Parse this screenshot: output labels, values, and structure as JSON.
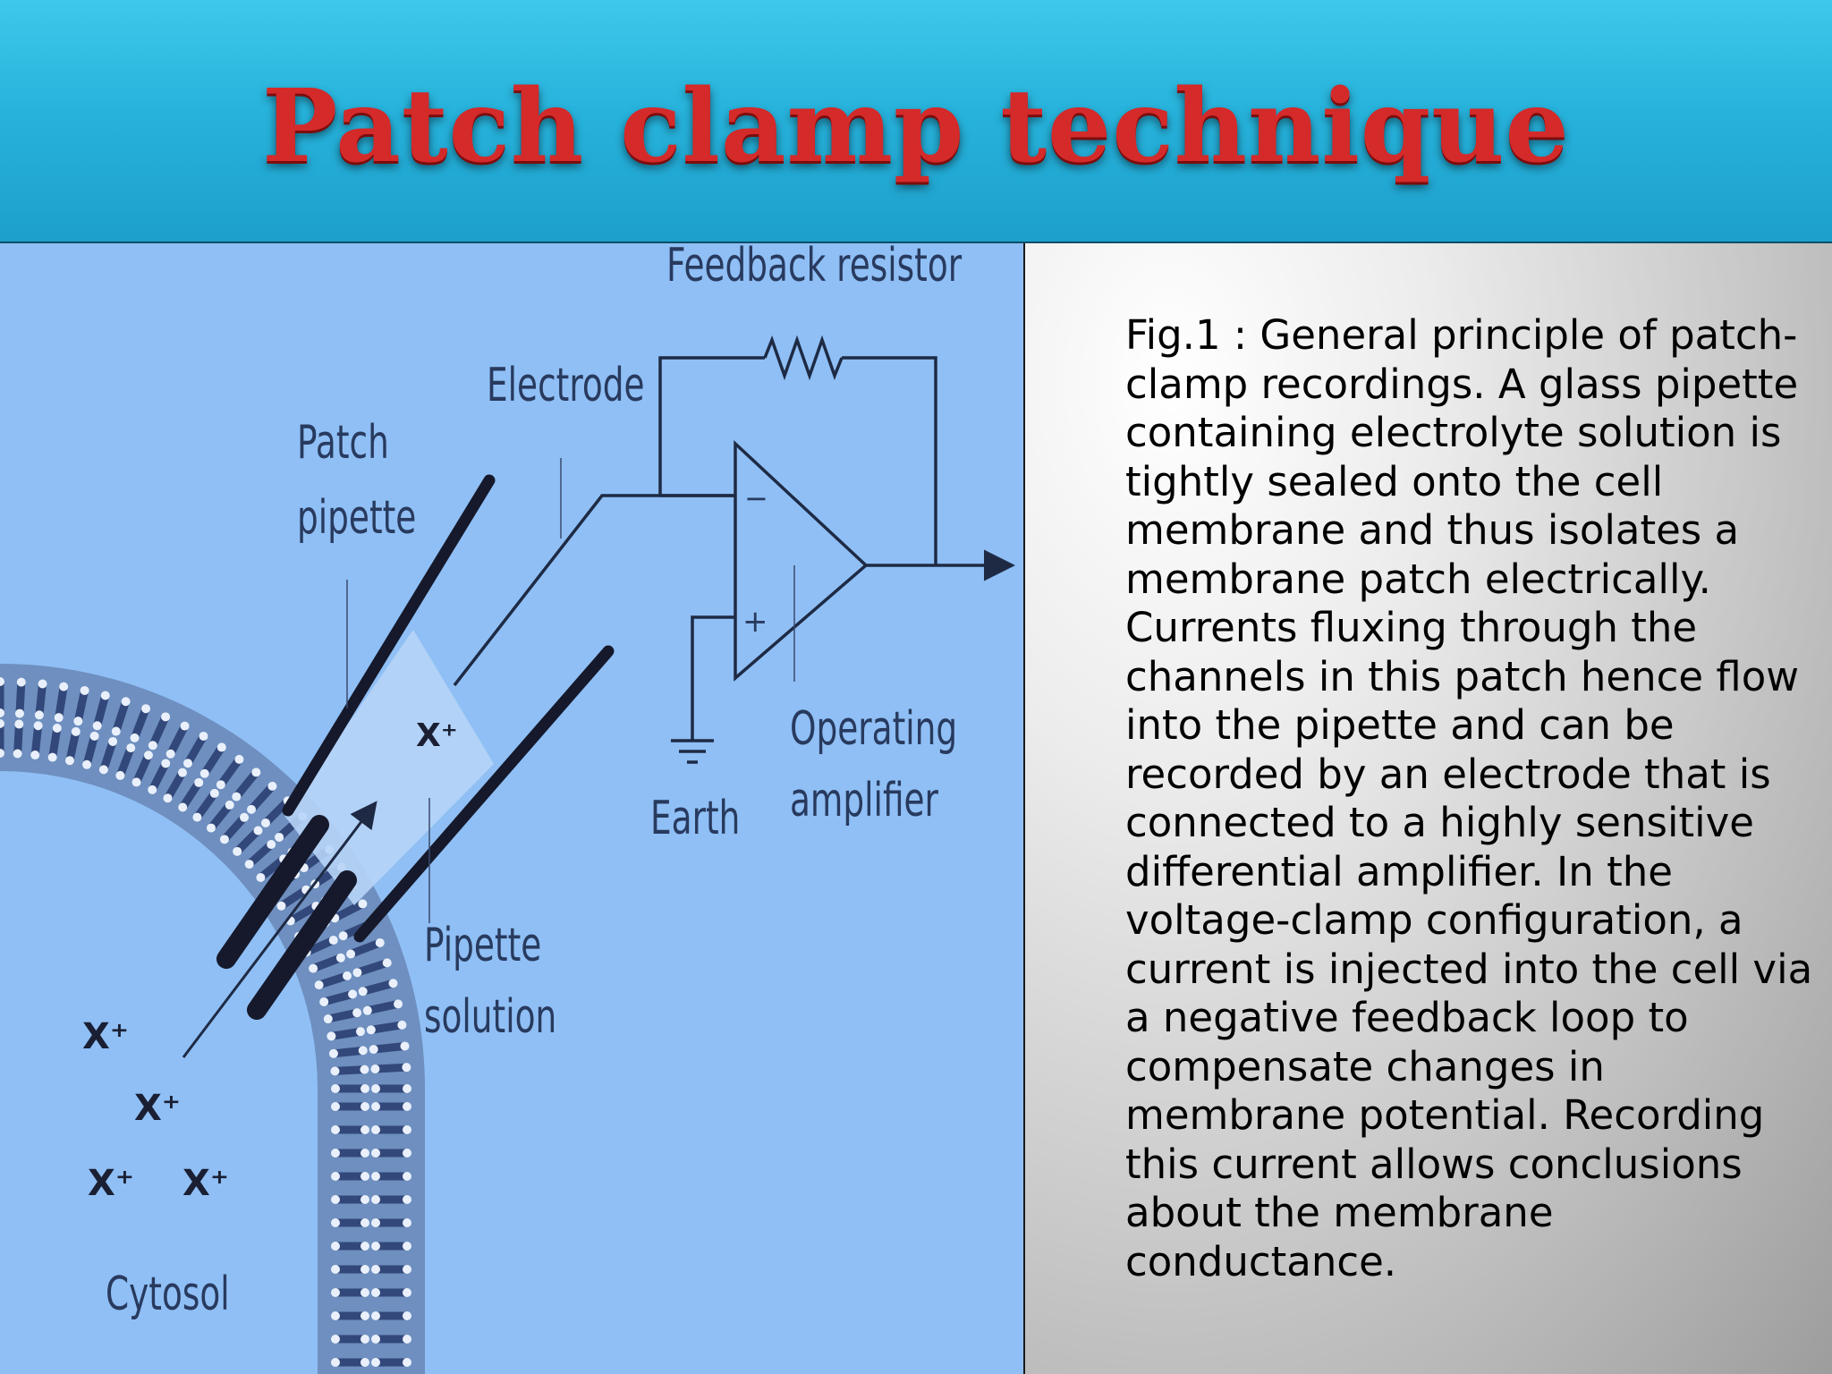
{
  "slide": {
    "title": "Patch clamp technique"
  },
  "diagram": {
    "labels": {
      "feedback_resistor": "Feedback resistor",
      "electrode": "Electrode",
      "patch_line1": "Patch",
      "patch_line2": "pipette",
      "operating_line1": "Operating",
      "operating_line2": "amplifier",
      "earth": "Earth",
      "pipette_solution_line1": "Pipette",
      "pipette_solution_line2": "solution",
      "cytosol": "Cytosol",
      "minus_sign": "−",
      "plus_sign": "+"
    },
    "ions": [
      "X⁺",
      "X⁺",
      "X⁺",
      "X⁺",
      "X⁺"
    ]
  },
  "caption": {
    "text": "Fig.1 : General principle of patch-clamp recordings. A glass pipette containing electrolyte solution is tightly sealed onto the cell membrane and thus isolates a membrane patch electrically. Currents fluxing through the channels in this patch hence flow into the pipette and can be recorded by an electrode that is connected to a highly sensitive differential amplifier. In the voltage-clamp configuration, a current is injected into the cell via a negative feedback loop to compensate changes in membrane potential. Recording this current allows conclusions about the membrane conductance."
  },
  "colors": {
    "title_red": "#d42a2a",
    "title_bar_blue": "#27b3dc",
    "diagram_background": "#8fbff5",
    "membrane": "#6e8fbf",
    "wire": "#1e2a44"
  }
}
